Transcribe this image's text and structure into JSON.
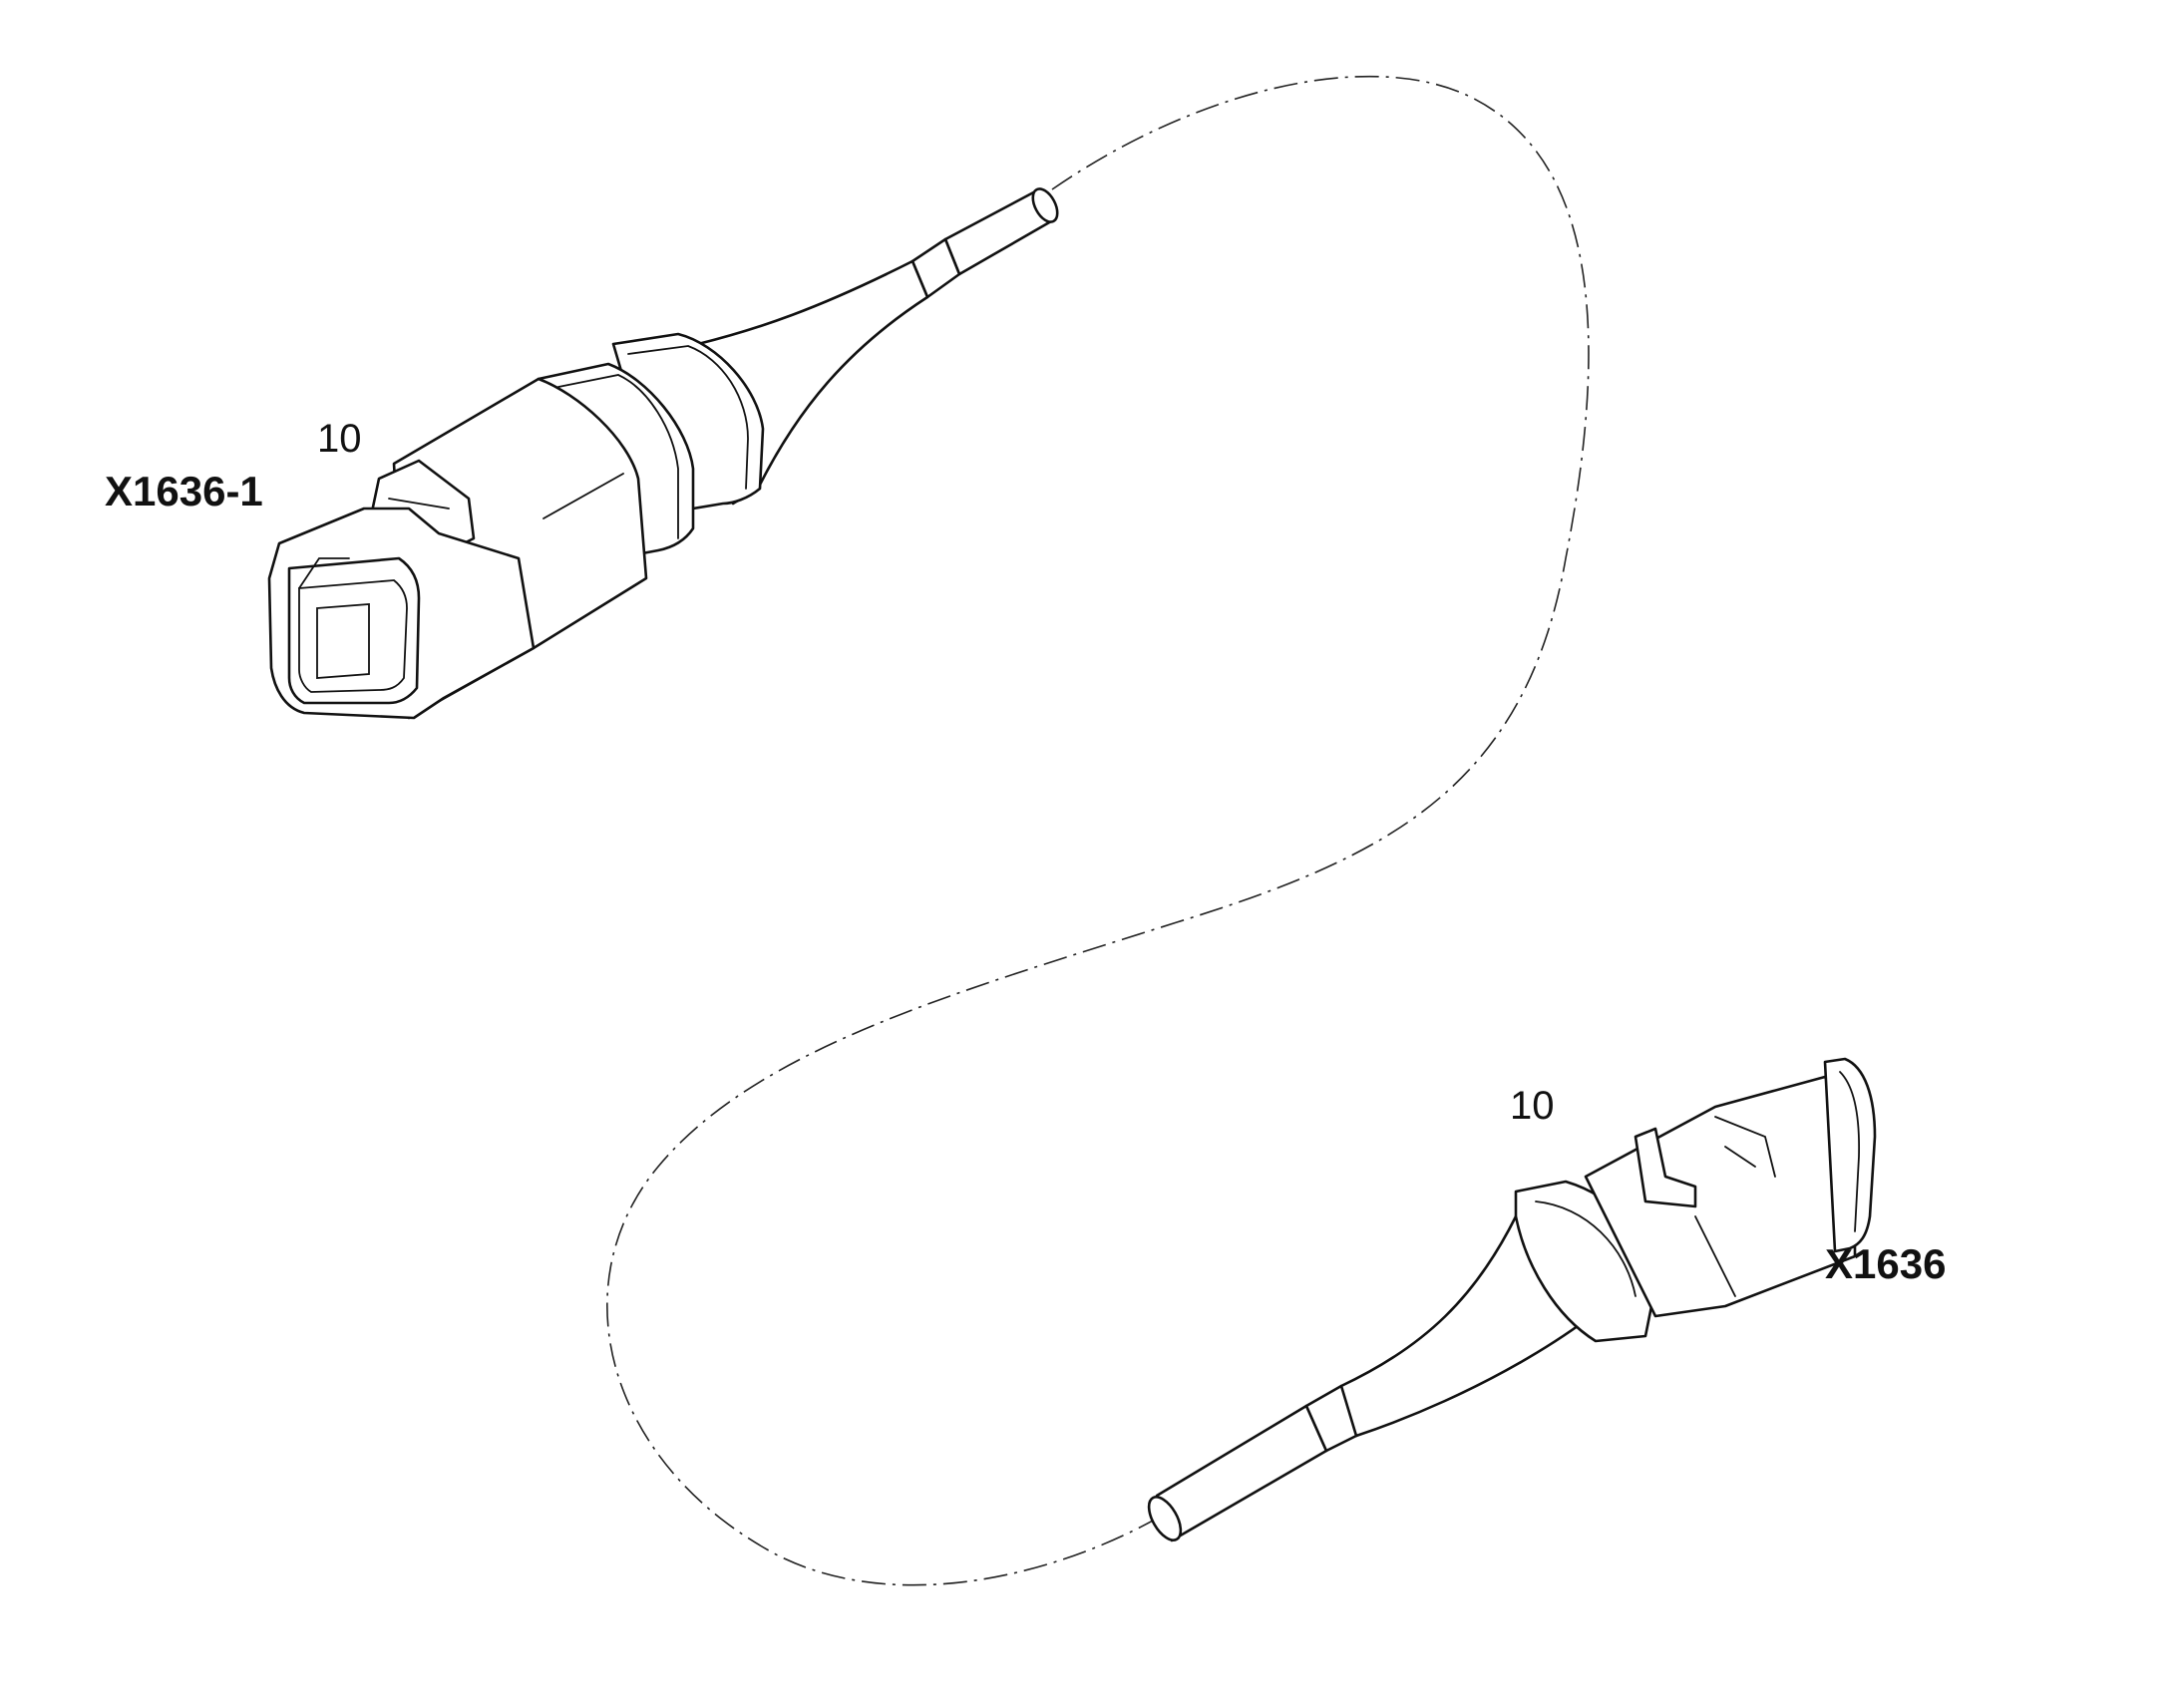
{
  "labels": {
    "upper_item": "10",
    "upper_connector": "X1636-1",
    "lower_item": "10",
    "lower_connector": "X1636"
  }
}
